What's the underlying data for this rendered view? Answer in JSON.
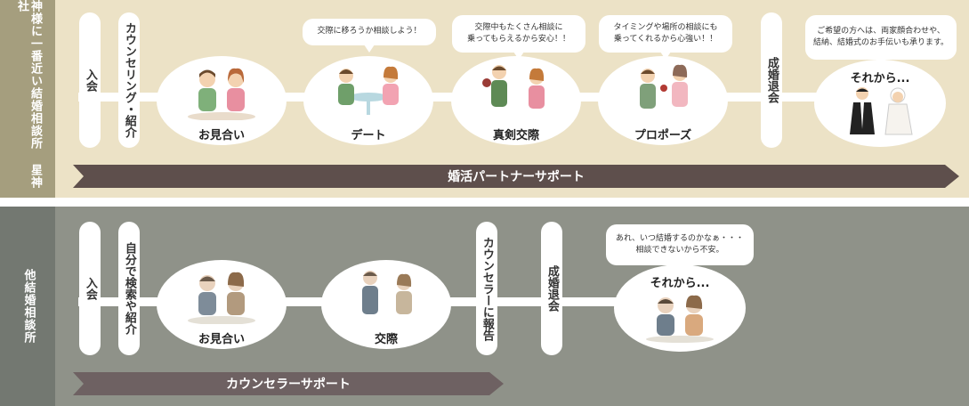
{
  "top": {
    "side_label": "神様に一番近い結婚相談所 星神社",
    "steps": [
      "入会",
      "カウンセリング・紹介",
      "成婚退会"
    ],
    "ovals": [
      "お見合い",
      "デート",
      "真剣交際",
      "プロポーズ",
      "それから..."
    ],
    "bubbles": [
      "交際に移ろうか相談しよう！",
      "交際中もたくさん相談に\n乗ってもらえるから安心！！",
      "タイミングや場所の相談にも\n乗ってくれるから心強い！！",
      "ご希望の方へは、両家顔合わせや、\n結納、結婚式のお手伝いも承ります。"
    ],
    "arrow_label": "婚活パートナーサポート"
  },
  "bottom": {
    "side_label": "他結婚相談所",
    "steps": [
      "入会",
      "自分で検索や紹介",
      "カウンセラーに報告",
      "成婚退会"
    ],
    "ovals": [
      "お見合い",
      "交際",
      "それから..."
    ],
    "bubbles": [
      "あれ、いつ結婚するのかなぁ・・・\n相談できないから不安。"
    ],
    "arrow_label": "カウンセラーサポート"
  },
  "colors": {
    "top_band": "#ece2c6",
    "top_side": "#a59e7e",
    "bottom_band": "#8f9289",
    "bottom_side": "#737871",
    "top_arrow": "#5e4f4c",
    "bottom_arrow": "#6e6162"
  }
}
